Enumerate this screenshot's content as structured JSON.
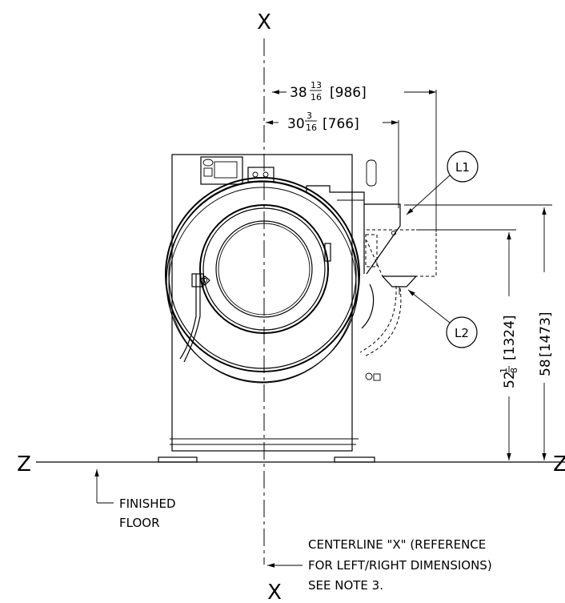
{
  "axis_labels": {
    "x_top": "X",
    "x_bottom": "X",
    "z_left": "Z",
    "z_right": "Z"
  },
  "dimensions": {
    "d1": {
      "whole": "38",
      "num": "13",
      "den": "16",
      "metric": "[986]"
    },
    "d2": {
      "whole": "30",
      "num": "3",
      "den": "16",
      "metric": "[766]"
    },
    "d3": {
      "whole": "52",
      "num": "1",
      "den": "8",
      "metric": "[1324]"
    },
    "d4": {
      "whole": "58",
      "metric": "[1473]"
    }
  },
  "callouts": {
    "l1": "L1",
    "l2": "L2"
  },
  "floor_note": {
    "line1": "FINISHED",
    "line2": "FLOOR"
  },
  "centerline_note": {
    "line1": "CENTERLINE \"X\" (REFERENCE",
    "line2": "FOR LEFT/RIGHT DIMENSIONS)",
    "line3": "SEE NOTE 3."
  }
}
